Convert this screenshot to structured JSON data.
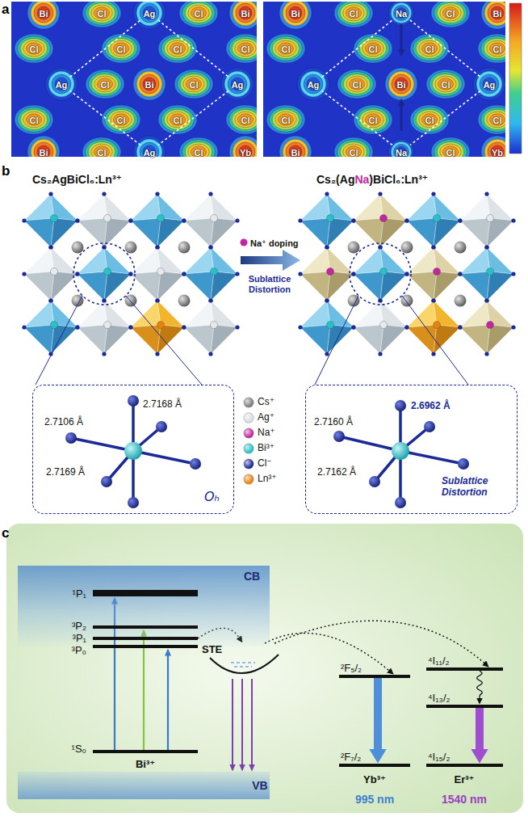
{
  "diagram": {
    "nodes": [
      {
        "text": [
          "2.7168 Å",
          "2.7106 Å",
          "2.7169 Å",
          "Oₕ"
        ]
      },
      {
        "text": [
          "2.6962 Å",
          "2.7160 Å",
          "2.7162 Å",
          "Sublattice Distortion"
        ]
      },
      {
        "text": [
          "CB"
        ]
      },
      {
        "text": [
          "¹P₁"
        ]
      },
      {
        "text": [
          "³P₂"
        ]
      },
      {
        "text": [
          "³P₁"
        ]
      },
      {
        "text": [
          "³P₀"
        ]
      },
      {
        "text": [
          "STE"
        ]
      },
      {
        "text": [
          "²F₅/₂"
        ]
      },
      {
        "text": [
          "⁴I₁₁/₂"
        ]
      },
      {
        "text": [
          "⁴I₁₃/₂"
        ]
      },
      {
        "text": [
          "¹S₀"
        ]
      },
      {
        "text": [
          "²F₇/₂"
        ]
      },
      {
        "text": [
          "⁴I₁₅/₂"
        ]
      },
      {
        "text": [
          "VB"
        ]
      }
    ],
    "edges": [
      {
        "from": 11,
        "to": 3,
        "arrow": "to"
      },
      {
        "from": 11,
        "to": 4,
        "arrow": "to"
      },
      {
        "from": 11,
        "to": 6,
        "arrow": "to"
      },
      {
        "from": 5,
        "to": 7,
        "arrow": "to"
      },
      {
        "from": 7,
        "to": 14,
        "arrow": "to"
      },
      {
        "from": 7,
        "to": 14,
        "arrow": "to"
      },
      {
        "from": 7,
        "to": 14,
        "arrow": "to"
      },
      {
        "from": 7,
        "to": 8,
        "arrow": "to"
      },
      {
        "from": 7,
        "to": 9,
        "arrow": "to"
      },
      {
        "from": 8,
        "to": 12,
        "arrow": "to"
      },
      {
        "from": 9,
        "to": 10,
        "arrow": "to"
      },
      {
        "from": 10,
        "to": 13,
        "arrow": "to"
      }
    ],
    "labels": [
      "a",
      "Bi",
      "Cl",
      "Ag",
      "Cl",
      "Bi",
      "Cl",
      "Cl",
      "Cl",
      "Cl",
      "Ag",
      "Cl",
      "Bi",
      "Cl",
      "Ag",
      "Cl",
      "Cl",
      "Cl",
      "Cl",
      "Bi",
      "Cl",
      "Ag",
      "Cl",
      "Yb",
      "Bi",
      "Cl",
      "Na",
      "Cl",
      "Bi",
      "Cl",
      "Cl",
      "Cl",
      "Cl",
      "Ag",
      "Cl",
      "Bi",
      "Cl",
      "Ag",
      "Cl",
      "Cl",
      "Cl",
      "Cl",
      "Bi",
      "Cl",
      "Na",
      "Cl",
      "Yb",
      "b",
      "Cs₂AgBiCl₆:Ln³⁺",
      "Cs₂(AgNa)BiCl₆:Ln³⁺",
      "Na⁺ doping",
      "Sublattice Distortion",
      "c",
      "Bi³⁺",
      "Yb³⁺",
      "995 nm",
      "Er³⁺",
      "1540 nm"
    ],
    "legend": [
      {
        "text": "Cs⁺",
        "color": "#7f7f7f"
      },
      {
        "text": "Ag⁺",
        "color": "#d9dee2"
      },
      {
        "text": "Na⁺",
        "color": "#c2279f"
      },
      {
        "text": "Bi³⁺",
        "color": "#27c2c9"
      },
      {
        "text": "Cl⁻",
        "color": "#1b2a96"
      },
      {
        "text": "Ln³⁺",
        "color": "#e8820e"
      }
    ]
  }
}
